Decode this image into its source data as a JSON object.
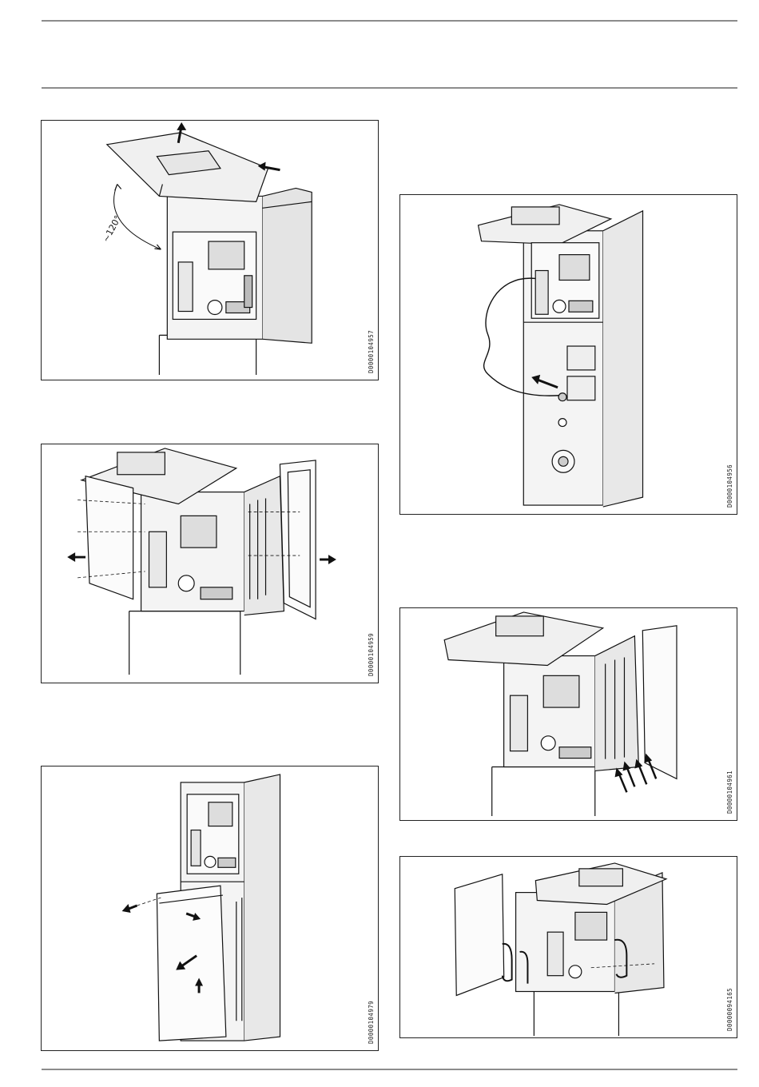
{
  "page": {
    "figures": [
      {
        "id": "fig-top-left",
        "code": "D0000104957",
        "angle_label": "~120°"
      },
      {
        "id": "fig-mid-left",
        "code": "D0000104959"
      },
      {
        "id": "fig-bottom-left",
        "code": "D0000104979"
      },
      {
        "id": "fig-top-right",
        "code": "D0000104956"
      },
      {
        "id": "fig-mid-right",
        "code": "D0000104961"
      },
      {
        "id": "fig-bottom-right",
        "code": "D0000094165"
      }
    ]
  }
}
